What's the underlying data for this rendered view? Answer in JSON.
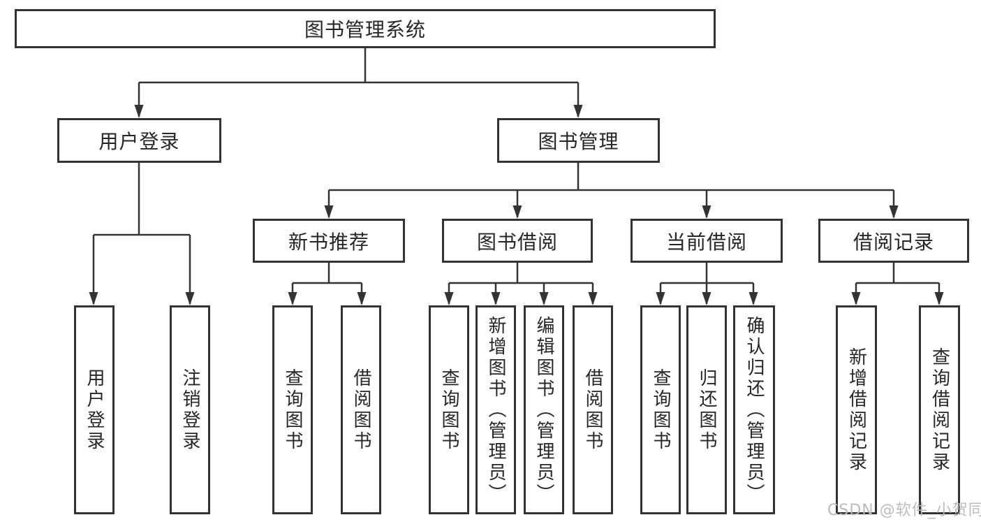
{
  "tree": {
    "label": "图书管理系统",
    "children": [
      {
        "label": "用户登录",
        "children": [
          {
            "label": "用户登录"
          },
          {
            "label": "注销登录"
          }
        ]
      },
      {
        "label": "图书管理",
        "children": [
          {
            "label": "新书推荐",
            "children": [
              {
                "label": "查询图书"
              },
              {
                "label": "借阅图书"
              }
            ]
          },
          {
            "label": "图书借阅",
            "children": [
              {
                "label": "查询图书"
              },
              {
                "label": "新增图书（管理员）"
              },
              {
                "label": "编辑图书（管理员）"
              },
              {
                "label": "借阅图书"
              }
            ]
          },
          {
            "label": "当前借阅",
            "children": [
              {
                "label": "查询图书"
              },
              {
                "label": "归还图书"
              },
              {
                "label": "确认归还（管理员）"
              }
            ]
          },
          {
            "label": "借阅记录",
            "children": [
              {
                "label": "新增借阅记录"
              },
              {
                "label": "查询借阅记录"
              }
            ]
          }
        ]
      }
    ]
  },
  "watermark": {
    "text": "CSDN @软件_小贺同学"
  },
  "colors": {
    "line": "#333333",
    "box_border": "#333333",
    "text": "#262626",
    "watermark": "#b9b9b9",
    "background": "#ffffff"
  }
}
